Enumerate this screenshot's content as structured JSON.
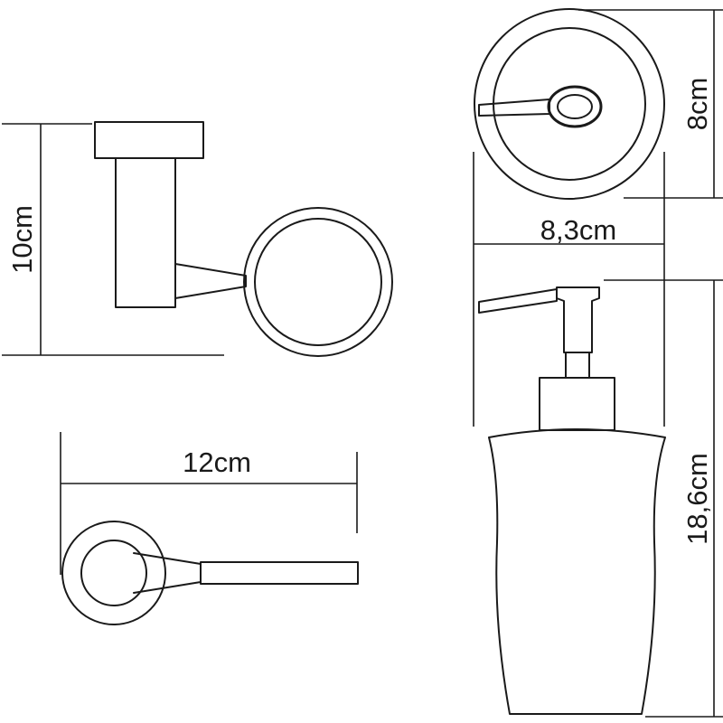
{
  "dimensions": {
    "holder_height": "10cm",
    "holder_width": "12cm",
    "dispenser_base_height": "8cm",
    "dispenser_width": "8,3cm",
    "dispenser_height": "18,6cm"
  }
}
